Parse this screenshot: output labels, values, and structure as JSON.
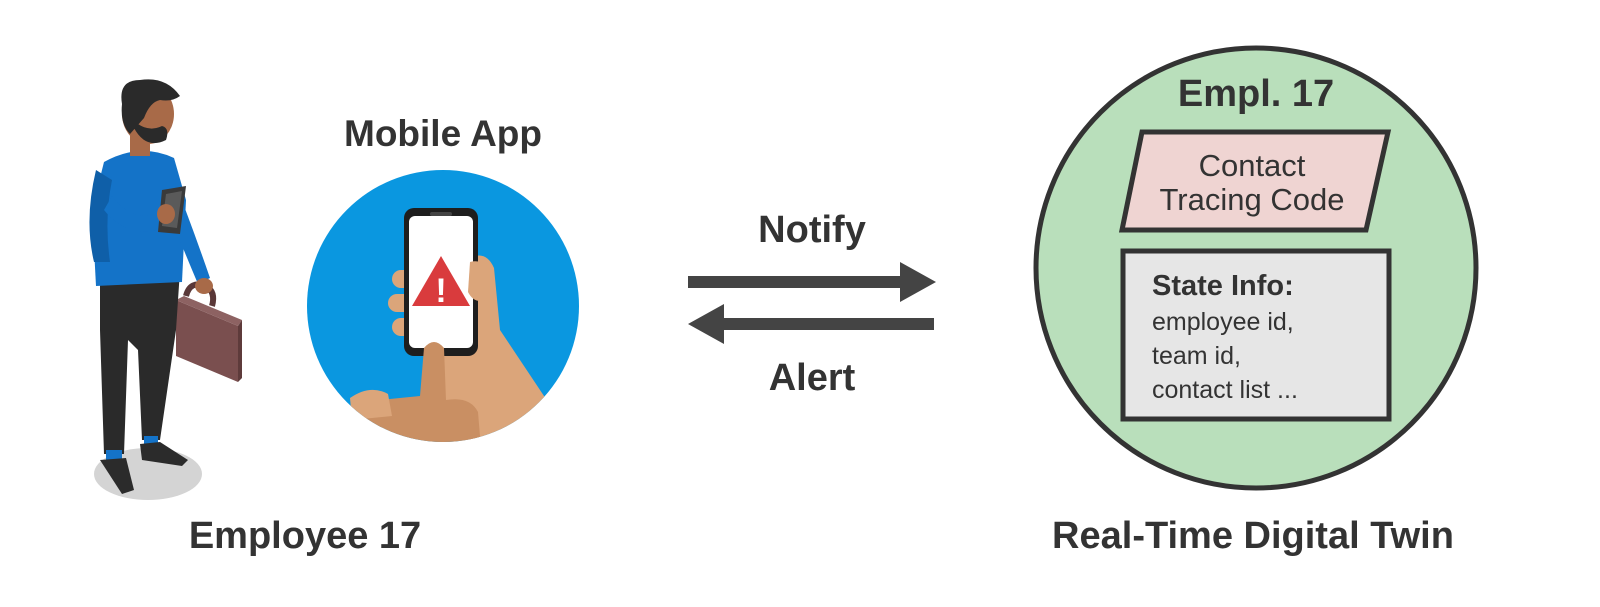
{
  "person": {
    "caption": "Employee 17"
  },
  "mobile_app": {
    "title": "Mobile App",
    "warning_symbol": "!"
  },
  "arrows": {
    "notify_label": "Notify",
    "alert_label": "Alert"
  },
  "digital_twin": {
    "caption": "Real-Time Digital Twin",
    "circle_title": "Empl. 17",
    "code_box": {
      "line1": "Contact",
      "line2": "Tracing Code"
    },
    "state_box": {
      "heading": "State Info:",
      "lines": [
        "employee id,",
        "team id,",
        "contact list ..."
      ]
    }
  },
  "colors": {
    "text": "#333333",
    "app_circle": "#0a97e0",
    "twin_circle": "#b9dfbb",
    "code_box": "#efd4d2",
    "state_box": "#e6e6e6",
    "shirt": "#1473c8",
    "alert_red": "#d93b3d",
    "skin": "#dba57a",
    "briefcase": "#7a4f4f"
  }
}
